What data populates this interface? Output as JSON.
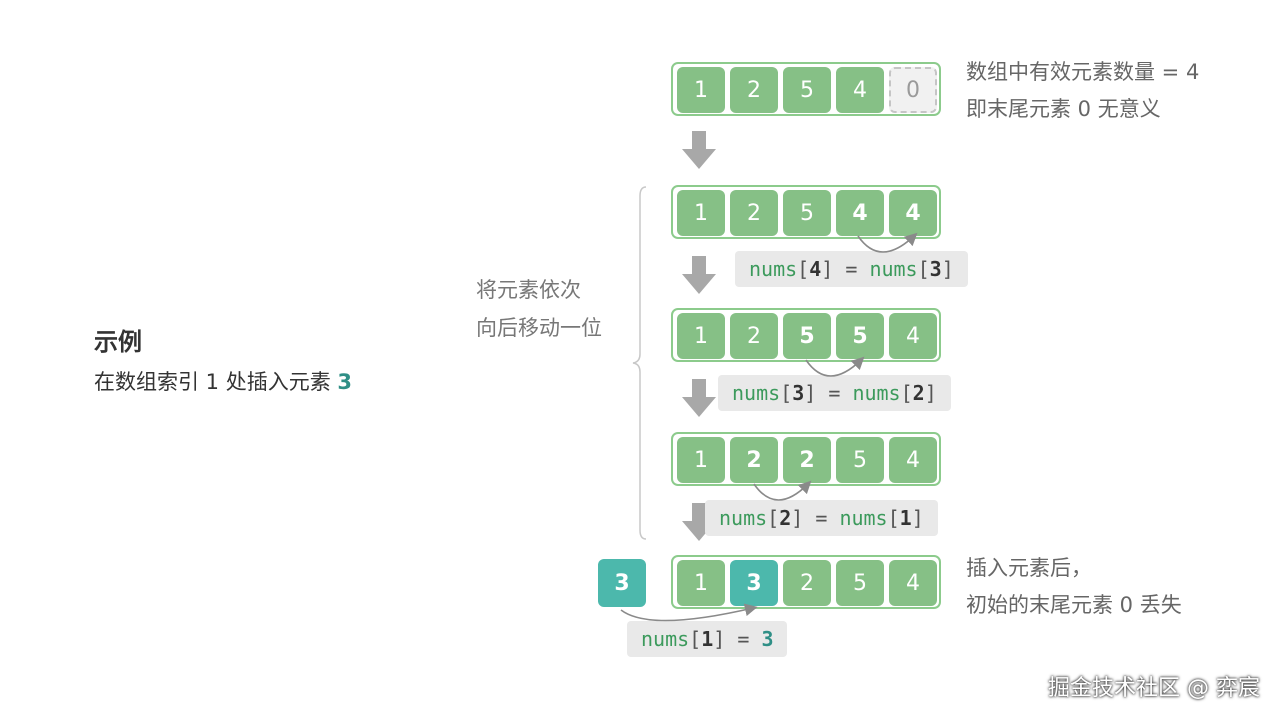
{
  "heading": {
    "title": "示例",
    "subtitle": "在数组索引 1 处插入元素 ",
    "subtitle_value": "3"
  },
  "side_label": {
    "line1": "将元素依次",
    "line2": "向后移动一位"
  },
  "notes": {
    "top_line1": "数组中有效元素数量 = 4",
    "top_line2": "即末尾元素 0 无意义",
    "bottom_line1": "插入元素后，",
    "bottom_line2": "初始的末尾元素 0 丢失"
  },
  "rows": [
    {
      "cells": [
        "1",
        "2",
        "5",
        "4",
        "0"
      ]
    },
    {
      "cells": [
        "1",
        "2",
        "5",
        "4",
        "4"
      ]
    },
    {
      "cells": [
        "1",
        "2",
        "5",
        "5",
        "4"
      ]
    },
    {
      "cells": [
        "1",
        "2",
        "2",
        "5",
        "4"
      ]
    },
    {
      "cells": [
        "1",
        "3",
        "2",
        "5",
        "4"
      ]
    }
  ],
  "inserted": "3",
  "code": [
    {
      "lhs": "nums",
      "lidx": "4",
      "rhs": "nums",
      "ridx": "3"
    },
    {
      "lhs": "nums",
      "lidx": "3",
      "rhs": "nums",
      "ridx": "2"
    },
    {
      "lhs": "nums",
      "lidx": "2",
      "rhs": "nums",
      "ridx": "1"
    },
    {
      "lhs": "nums",
      "lidx": "1",
      "rhs": "3"
    }
  ],
  "watermark": "掘金技术社区 @ 弈宸",
  "colors": {
    "cell_green": "#86c086",
    "array_border": "#8ccb8c",
    "teal": "#4cb8ac",
    "arrow_gray": "#a8a8a8"
  }
}
